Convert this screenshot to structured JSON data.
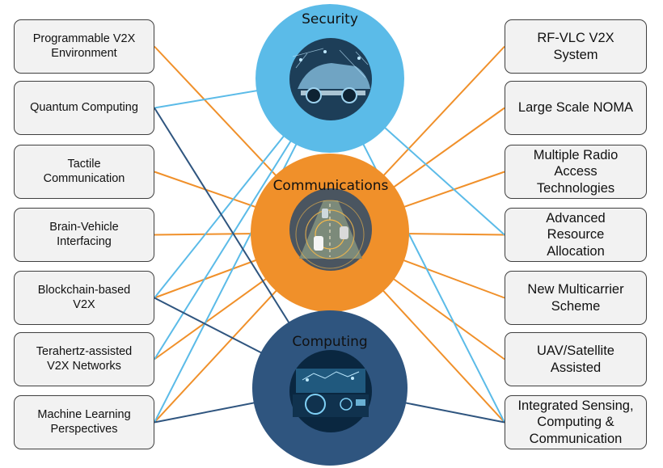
{
  "left_items": [
    {
      "label": "Programmable V2X\nEnvironment"
    },
    {
      "label": "Quantum Computing"
    },
    {
      "label": "Tactile\nCommunication"
    },
    {
      "label": "Brain-Vehicle\nInterfacing"
    },
    {
      "label": "Blockchain-based\nV2X"
    },
    {
      "label": "Terahertz-assisted\nV2X Networks"
    },
    {
      "label": "Machine Learning\nPerspectives"
    }
  ],
  "right_items": [
    {
      "label": "RF-VLC V2X\nSystem"
    },
    {
      "label": "Large Scale NOMA"
    },
    {
      "label": "Multiple Radio\nAccess\nTechnologies"
    },
    {
      "label": "Advanced\nResource\nAllocation"
    },
    {
      "label": "New Multicarrier\nScheme"
    },
    {
      "label": "UAV/Satellite\nAssisted"
    },
    {
      "label": "Integrated Sensing,\nComputing &\nCommunication"
    }
  ],
  "hubs": {
    "security": {
      "label": "Security",
      "color": "#5bbbe8",
      "icon": "connected-car-image"
    },
    "communications": {
      "label": "Communications",
      "color": "#f0902a",
      "icon": "highway-traffic-image"
    },
    "computing": {
      "label": "Computing",
      "color": "#2f557f",
      "icon": "car-dashboard-image"
    }
  },
  "connections": {
    "security": {
      "left": [
        1,
        4,
        5,
        6
      ],
      "right": [
        3,
        6
      ]
    },
    "communications": {
      "left": [
        0,
        2,
        3,
        4,
        5,
        6
      ],
      "right": [
        0,
        1,
        2,
        3,
        4,
        5,
        6
      ]
    },
    "computing": {
      "left": [
        1,
        4,
        6
      ],
      "right": [
        6
      ]
    }
  }
}
